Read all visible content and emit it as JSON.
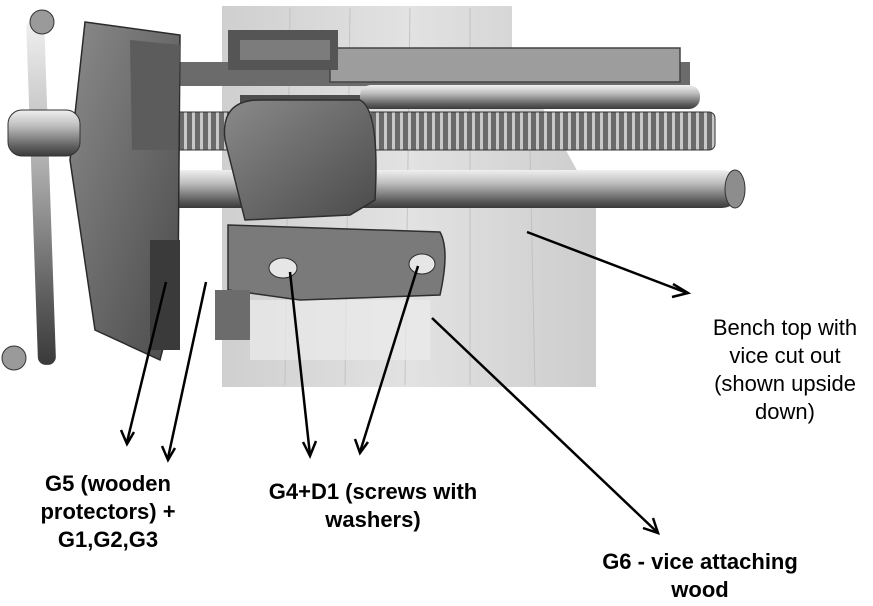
{
  "labels": {
    "bench_top": [
      "Bench top with",
      "vice cut out",
      "(shown upside",
      "down)"
    ],
    "g5": [
      "G5 (wooden",
      "protectors) +",
      "G1,G2,G3"
    ],
    "g4": [
      "G4+D1 (screws with",
      "washers)"
    ],
    "g6": [
      "G6 - vice attaching",
      "wood"
    ]
  }
}
